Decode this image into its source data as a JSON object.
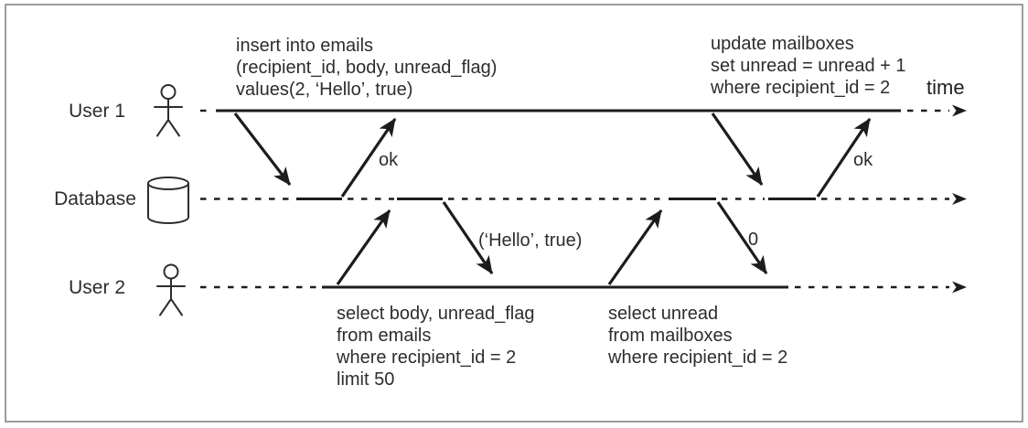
{
  "diagram": {
    "time_label": "time",
    "colors": {
      "line": "#1c1c1c",
      "text": "#2d2d2d",
      "border": "#848484",
      "background": "#ffffff"
    },
    "actors": [
      {
        "name": "User 1",
        "icon": "person-icon"
      },
      {
        "name": "Database",
        "icon": "database-cylinder-icon"
      },
      {
        "name": "User 2",
        "icon": "person-icon"
      }
    ],
    "queries": {
      "insert": {
        "lines": [
          "insert into emails",
          "(recipient_id, body, unread_flag)",
          "values(2, ‘Hello’, true)"
        ]
      },
      "update": {
        "lines": [
          "update mailboxes",
          "set unread = unread + 1",
          "where recipient_id = 2"
        ]
      },
      "select_emails": {
        "lines": [
          "select body, unread_flag",
          "from emails",
          "where recipient_id = 2",
          "limit 50"
        ]
      },
      "select_mailboxes": {
        "lines": [
          "select unread",
          "from mailboxes",
          "where recipient_id = 2"
        ]
      }
    },
    "responses": {
      "insert_ok": "ok",
      "select_emails_result": "(‘Hello’, true)",
      "select_mailboxes_result": "0",
      "update_ok": "ok"
    }
  }
}
